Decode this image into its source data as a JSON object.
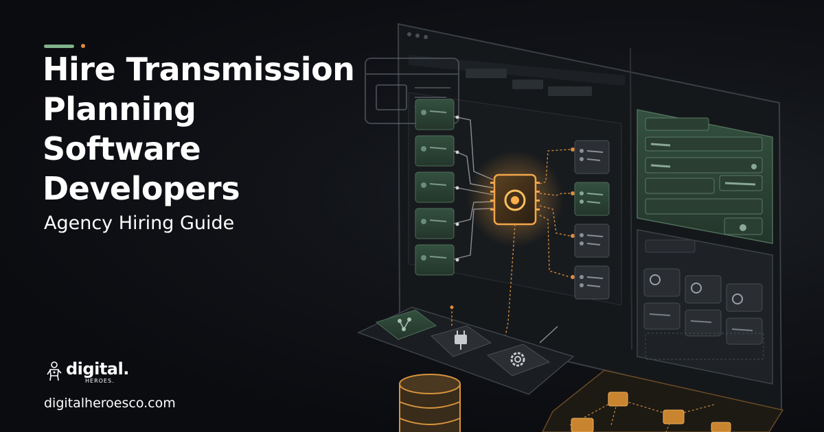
{
  "headline": {
    "line1": "Hire Transmission",
    "line2": "Planning",
    "line3": "Software",
    "line4": "Developers"
  },
  "subtitle": "Agency Hiring Guide",
  "brand": {
    "logo_main": "digital.",
    "logo_sub": "HEROES.",
    "website": "digitalheroesco.com"
  },
  "colors": {
    "background": "#0c0d12",
    "accent_green": "#7fb38a",
    "accent_orange": "#e08a3c",
    "panel_green": "#2f4a3a",
    "chip_glow": "#f0a040"
  },
  "icons": [
    "window-icon",
    "flow-icon",
    "plug-icon",
    "gear-icon",
    "database-icon",
    "hero-mascot-icon",
    "processor-chip-icon"
  ]
}
